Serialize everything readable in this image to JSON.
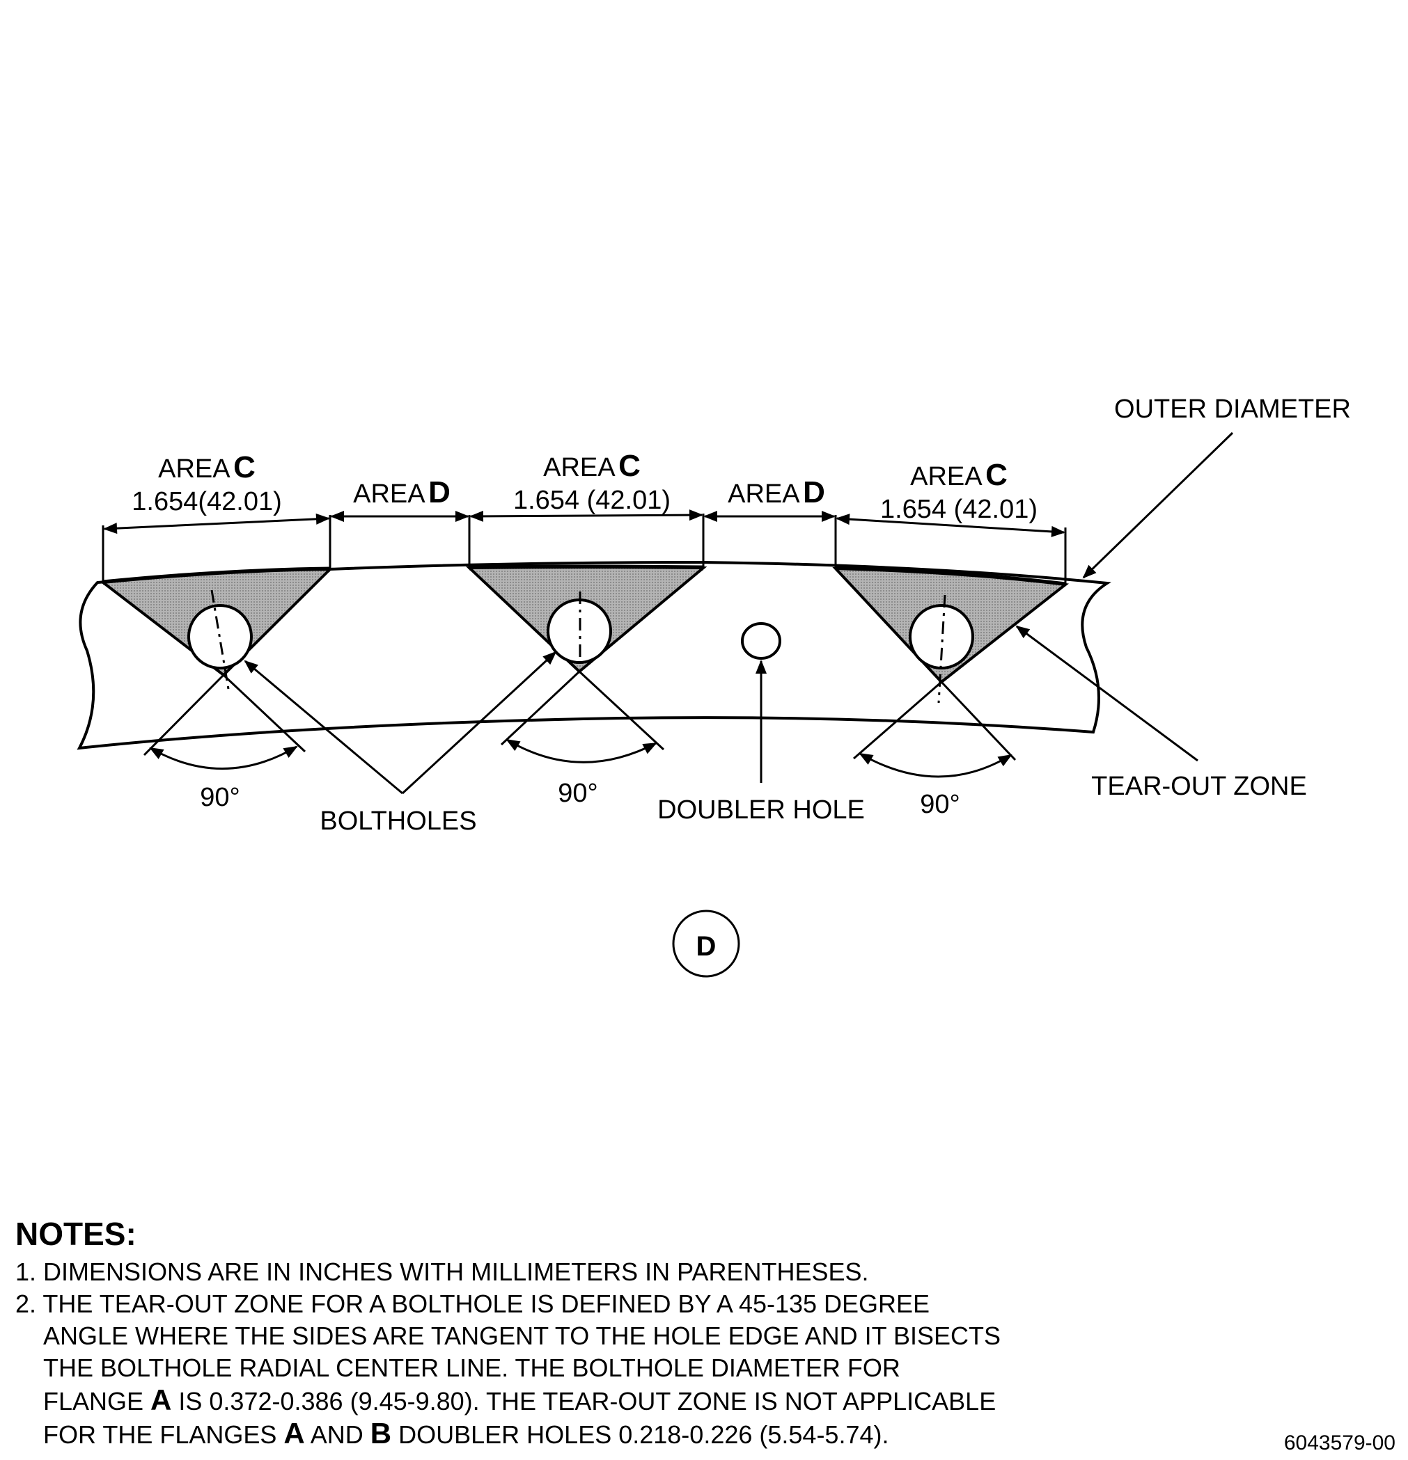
{
  "labels": {
    "area": "AREA",
    "area_c_letter": "C",
    "area_d_letter": "D",
    "dim_c1": "1.654(42.01)",
    "dim_c2": "1.654 (42.01)",
    "dim_c3": "1.654 (42.01)",
    "angle1": "90°",
    "angle2": "90°",
    "angle3": "90°",
    "outer_diameter": "OUTER DIAMETER",
    "tear_out_zone": "TEAR-OUT ZONE",
    "boltholes": "BOLTHOLES",
    "doubler_hole": "DOUBLER HOLE",
    "view_letter": "D"
  },
  "notes": {
    "title": "NOTES:",
    "n1": "1. DIMENSIONS ARE IN INCHES WITH MILLIMETERS IN PARENTHESES.",
    "n2_l1": "2. THE TEAR-OUT ZONE FOR A BOLTHOLE IS DEFINED BY A 45-135 DEGREE",
    "n2_l2": "ANGLE WHERE THE SIDES ARE TANGENT TO THE HOLE EDGE AND IT BISECTS",
    "n2_l3": "THE BOLTHOLE RADIAL CENTER LINE. THE BOLTHOLE DIAMETER FOR",
    "n2_l4_a": "FLANGE ",
    "n2_l4_b": "A",
    "n2_l4_c": " IS 0.372-0.386 (9.45-9.80). THE TEAR-OUT ZONE IS NOT APPLICABLE",
    "n2_l5_a": "FOR THE FLANGES ",
    "n2_l5_b": "A",
    "n2_l5_c": " AND ",
    "n2_l5_d": "B",
    "n2_l5_e": " DOUBLER HOLES 0.218-0.226 (5.54-5.74)."
  },
  "drawing_id": "6043579-00",
  "colors": {
    "zone_fill": "#a8a8a8",
    "line": "#000000"
  }
}
